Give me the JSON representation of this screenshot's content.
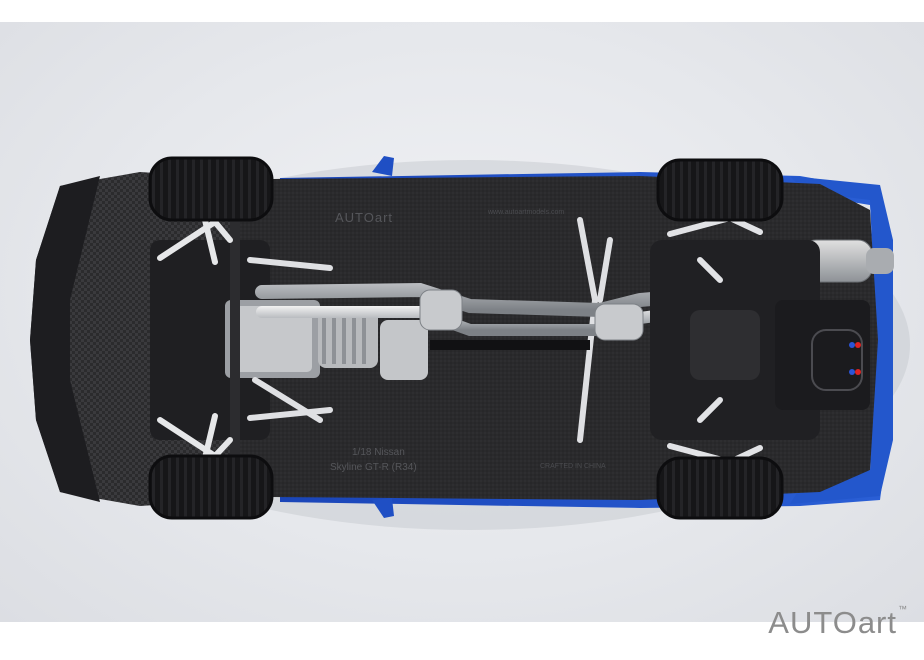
{
  "photo": {
    "subject_plate_brand": "AUTOart",
    "plate_url": "www.autoartmodels.com",
    "plate_scale": "1/18 Nissan",
    "plate_model": "Skyline GT-R (R34)",
    "plate_origin": "CRAFTED IN CHINA",
    "body_color": "#1f4fc4"
  },
  "watermark": {
    "brand": "AUTOart",
    "trademark": "™"
  }
}
